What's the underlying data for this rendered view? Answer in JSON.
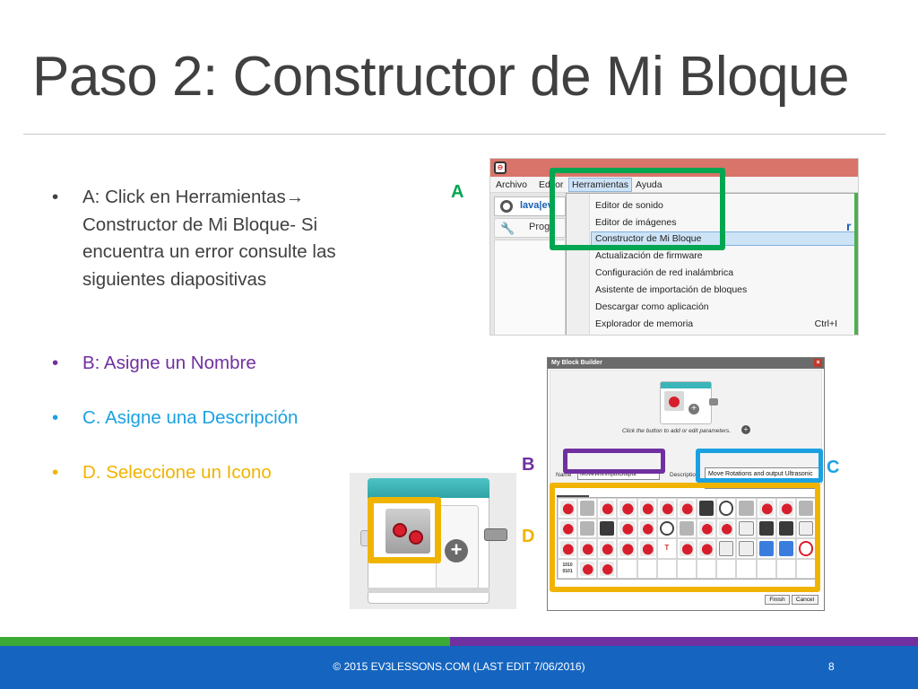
{
  "slide": {
    "title": "Paso 2: Constructor de Mi Bloque",
    "bullet_dot": "•",
    "bullets": [
      "A: Click en Herramientas→ Constructor de Mi Bloque- Si encuentra un error consulte las siguientes diapositivas",
      "B: Asigne un Nombre",
      "C. Asigne una Descripción",
      "D. Seleccione un Icono"
    ],
    "callouts": {
      "a": "A",
      "b": "B",
      "c": "C",
      "d": "D"
    }
  },
  "menu_screenshot": {
    "app_logo": "⊖",
    "menubar": [
      "Archivo",
      "Editor",
      "Herramientas",
      "Ayuda"
    ],
    "tab_label": "lava|ev",
    "program_tab": "Prog",
    "right_fragment": "r",
    "items": [
      "Editor de sonido",
      "Editor de imágenes",
      "Constructor de Mi Bloque",
      "Actualización de firmware",
      "Configuración de red inalámbrica",
      "Asistente de importación de bloques",
      "Descargar como aplicación",
      "Explorador de memoria"
    ],
    "selected_index": 2,
    "shortcut": "Ctrl+I"
  },
  "dialog": {
    "title": "My Block Builder",
    "close": "×",
    "hint": "Click the button to add or edit parameters.",
    "plus": "+",
    "name_label": "Name",
    "name_value": "MoveWithInputOutput",
    "description_label": "Description",
    "description_value": "Move Rotations and output Ultrasonic",
    "finish": "Finish",
    "cancel": "Cancel",
    "binary_icon": "1010 0101",
    "text_icon": "T"
  },
  "big_block": {
    "plus": "+"
  },
  "colors": {
    "menu_highlight": "#00a651",
    "name_highlight": "#7030a0",
    "description_highlight": "#1ba1e2",
    "icon_highlight": "#f0b400",
    "footer": "#1565c0"
  },
  "footer": {
    "text": "© 2015 EV3LESSONS.COM (LAST EDIT 7/06/2016)",
    "page": "8"
  }
}
